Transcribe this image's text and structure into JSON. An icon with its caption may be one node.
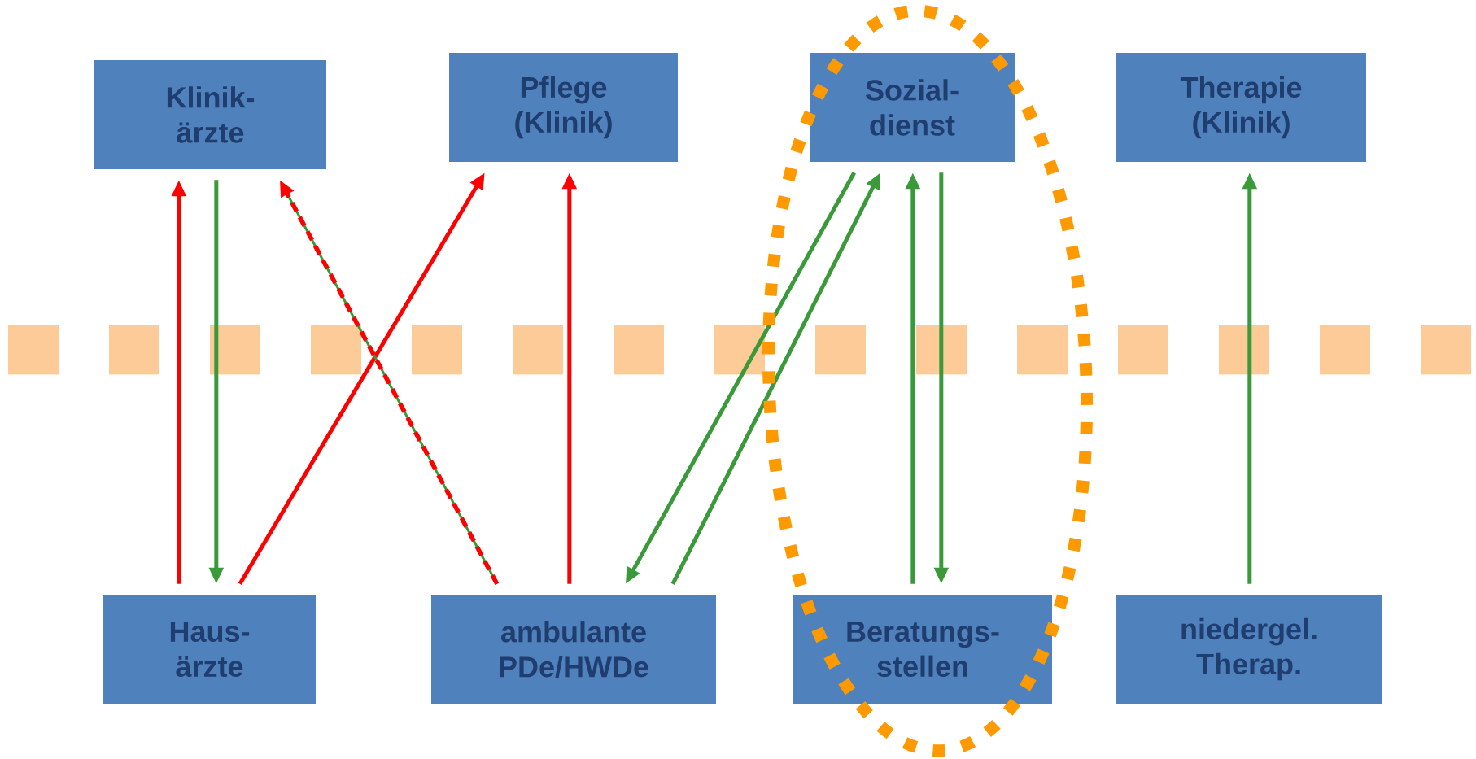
{
  "diagram": {
    "nodes": [
      {
        "text": [
          "Klinik- ärzte"
        ]
      },
      {
        "text": [
          "Pflege (Klinik)"
        ]
      },
      {
        "text": [
          "Sozial- dienst"
        ]
      },
      {
        "text": [
          "Therapie (Klinik)"
        ]
      },
      {
        "text": [
          "Haus- ärzte"
        ]
      },
      {
        "text": [
          "ambulante PDe/HWDe"
        ]
      },
      {
        "text": [
          "Beratungs- stellen"
        ]
      },
      {
        "text": [
          "niedergel. Therap."
        ]
      }
    ],
    "edges": [
      {
        "from": 4,
        "to": 0,
        "arrow": "to",
        "color": "#ff0000"
      },
      {
        "from": 0,
        "to": 4,
        "arrow": "to"
      },
      {
        "from": 4,
        "to": 1,
        "arrow": "to",
        "color": "#ff0000"
      },
      {
        "from": 5,
        "to": 0,
        "arrow": "to",
        "style": "dashed",
        "color": "#ff0000"
      },
      {
        "from": 5,
        "to": 1,
        "arrow": "to",
        "color": "#ff0000"
      },
      {
        "from": 2,
        "to": 5,
        "arrow": "to"
      },
      {
        "from": 5,
        "to": 2,
        "arrow": "to"
      },
      {
        "from": 6,
        "to": 2,
        "arrow": "to"
      },
      {
        "from": 2,
        "to": 6,
        "arrow": "to"
      },
      {
        "from": 7,
        "to": 3,
        "arrow": "to"
      }
    ]
  }
}
